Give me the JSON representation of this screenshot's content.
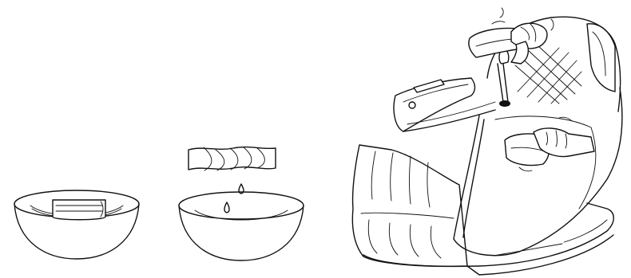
{
  "figure": {
    "panels": [
      {
        "id": "soak",
        "icon": "bowl-with-folded-towel-icon"
      },
      {
        "id": "wring",
        "icon": "wrung-towel-over-bowl-icon"
      },
      {
        "id": "wipe",
        "icon": "massage-chair-wiping-icon"
      }
    ],
    "line_color": "#111111",
    "background": "#ffffff"
  }
}
